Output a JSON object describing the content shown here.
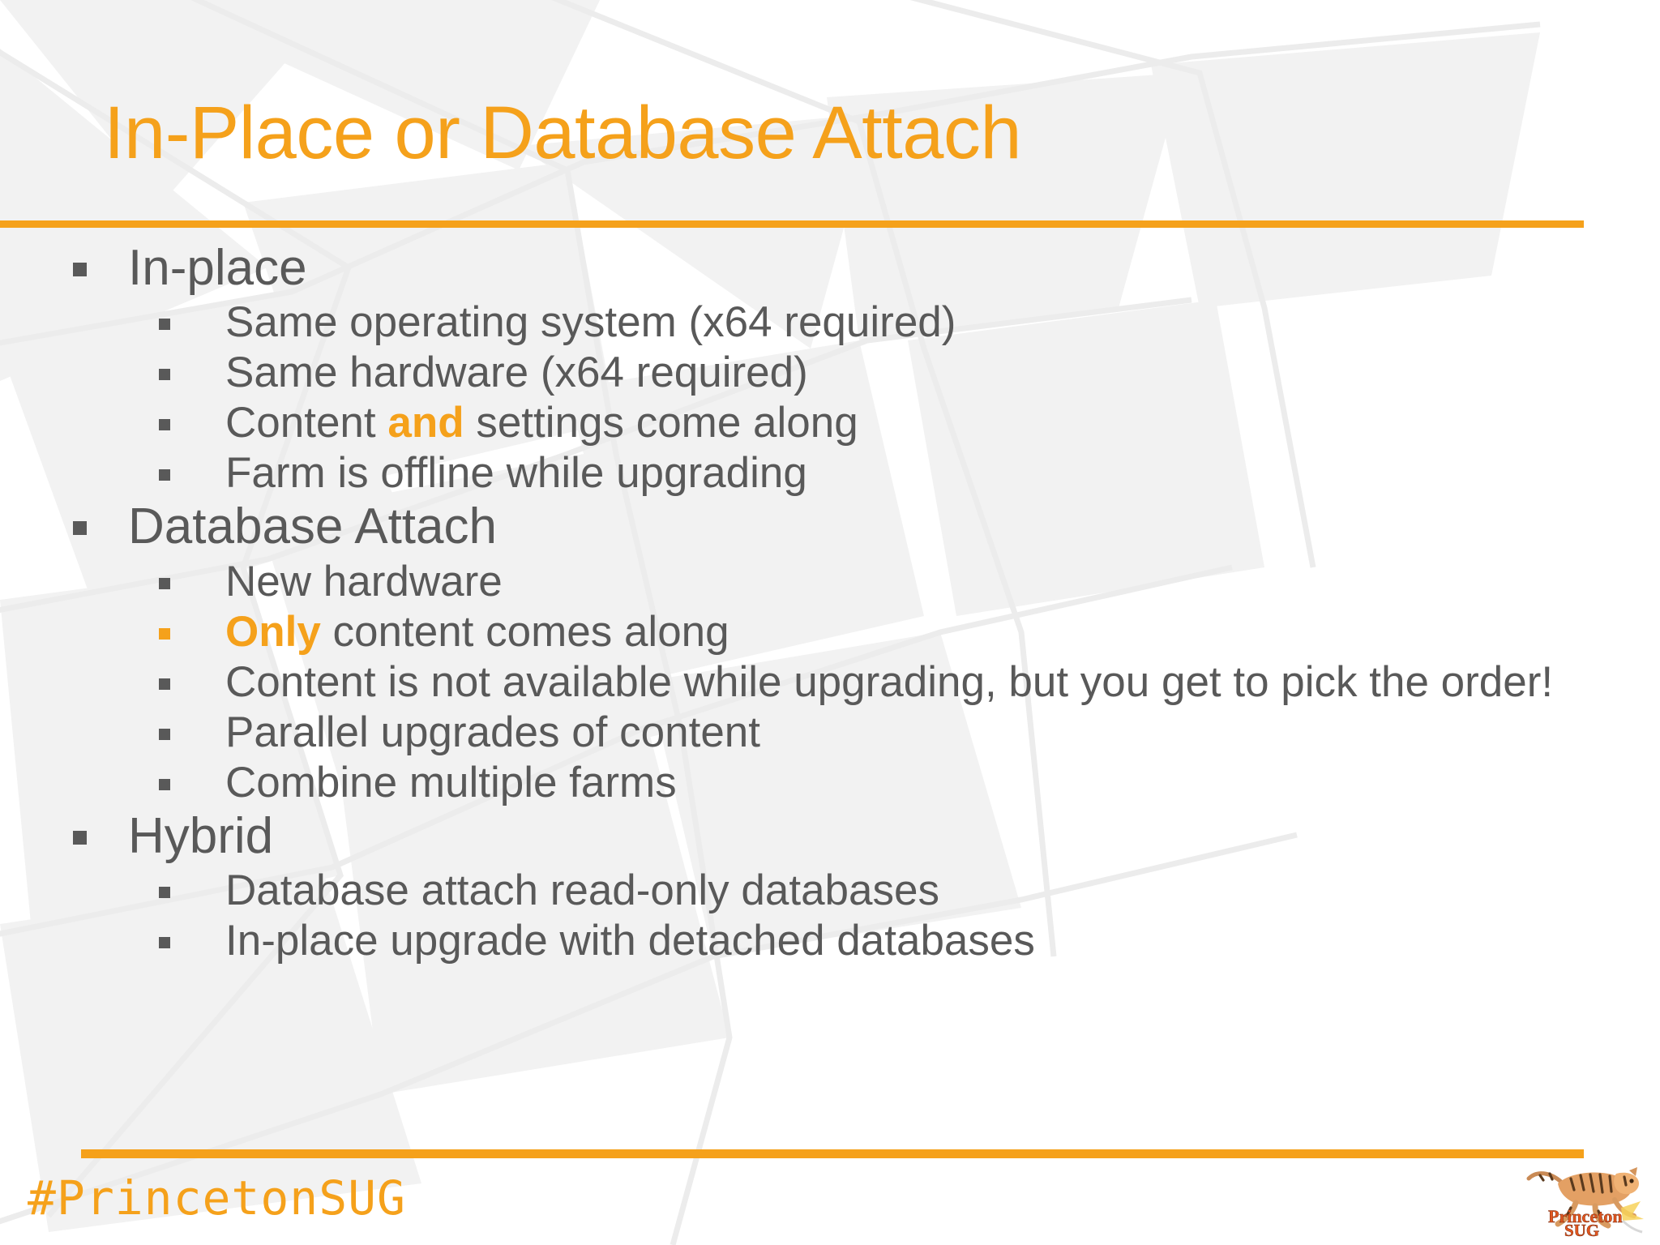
{
  "slide": {
    "title": "In-Place or Database Attach",
    "accent_color": "#F5A11B",
    "text_color": "#595959",
    "background_color": "#FFFFFF"
  },
  "content": {
    "groups": [
      {
        "heading": "In-place",
        "items": [
          {
            "pre": "Same operating system (x64 required)",
            "accent": "",
            "post": "",
            "accent_marker": false
          },
          {
            "pre": "Same hardware (x64 required)",
            "accent": "",
            "post": "",
            "accent_marker": false
          },
          {
            "pre": "Content ",
            "accent": "and",
            "post": " settings come along",
            "accent_marker": false
          },
          {
            "pre": "Farm is offline while upgrading",
            "accent": "",
            "post": "",
            "accent_marker": false
          }
        ]
      },
      {
        "heading": "Database Attach",
        "items": [
          {
            "pre": "New hardware",
            "accent": "",
            "post": "",
            "accent_marker": false
          },
          {
            "pre": "",
            "accent": "Only",
            "post": " content comes along",
            "accent_marker": true
          },
          {
            "pre": "Content is not available while upgrading, but you get to pick the order!",
            "accent": "",
            "post": "",
            "accent_marker": false
          },
          {
            "pre": "Parallel upgrades of content",
            "accent": "",
            "post": "",
            "accent_marker": false
          },
          {
            "pre": "Combine multiple farms",
            "accent": "",
            "post": "",
            "accent_marker": false
          }
        ]
      },
      {
        "heading": "Hybrid",
        "items": [
          {
            "pre": "Database attach read-only databases",
            "accent": "",
            "post": "",
            "accent_marker": false
          },
          {
            "pre": "In-place upgrade with detached databases",
            "accent": "",
            "post": "",
            "accent_marker": false
          }
        ]
      }
    ]
  },
  "footer": {
    "hashtag": "#PrincetonSUG",
    "logo": {
      "name": "princeton-sug-tiger-logo",
      "line1": "Princeton",
      "line2": "SUG"
    }
  }
}
